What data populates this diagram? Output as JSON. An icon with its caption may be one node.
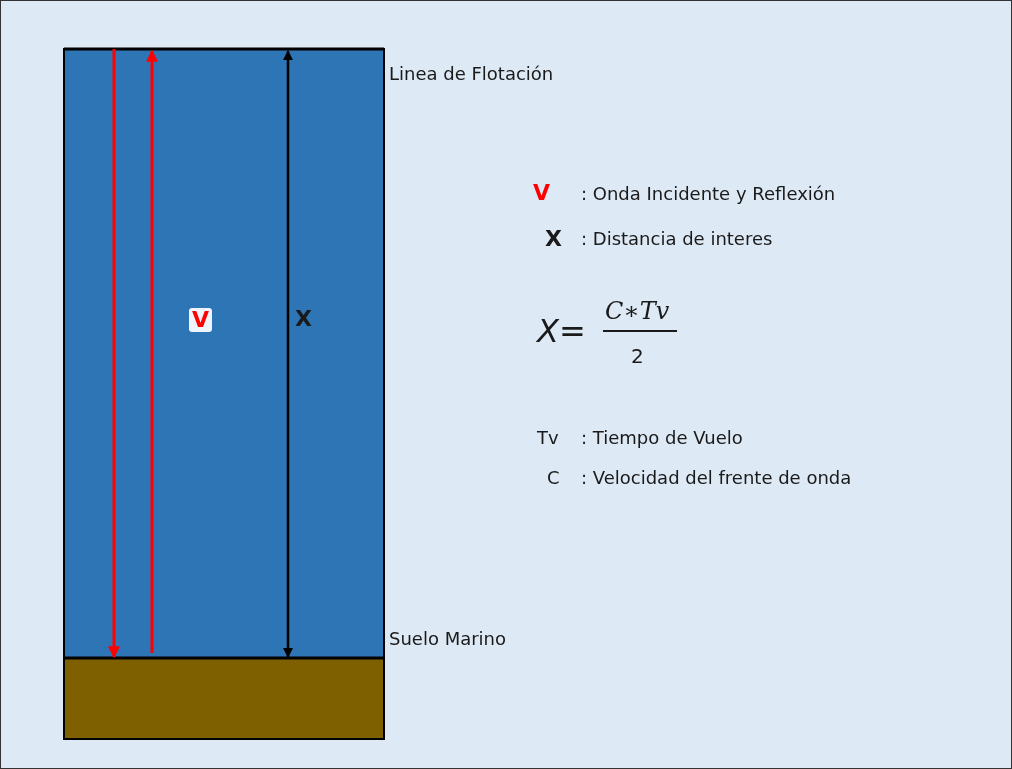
{
  "diagram": {
    "labels": [
      "Linea de Flotación",
      "V",
      ": Onda Incidente y Reflexión",
      "X",
      ": Distancia de interes",
      "V",
      "X",
      "X=",
      "C∗Tv",
      "2",
      "Tv",
      ": Tiempo de Vuelo",
      "C",
      ": Velocidad del frente de onda",
      "Suelo Marino"
    ]
  }
}
